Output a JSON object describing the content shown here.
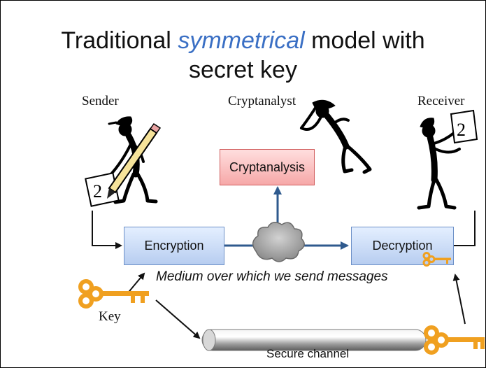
{
  "slide": {
    "title_before": "Traditional ",
    "title_emphasis": "symmetrical",
    "title_after": " model with",
    "title_line2": "secret key",
    "emphasis_color": "#3a6fc4"
  },
  "actors": {
    "sender": "Sender",
    "cryptanalyst": "Cryptanalyst",
    "receiver": "Receiver",
    "sender_paper_mark": "2",
    "receiver_paper_mark": "2"
  },
  "boxes": {
    "encryption": "Encryption",
    "decryption": "Decryption",
    "cryptanalysis": "Cryptanalysis"
  },
  "labels": {
    "medium": "Medium over which we send messages",
    "key": "Key",
    "secure_channel": "Secure channel"
  },
  "colors": {
    "key_gold": "#f0a020",
    "arrow_blue": "#2f5a8e",
    "box_blue": "#b7cdf0",
    "box_red": "#f6a8a8"
  },
  "icons": [
    "key-icon",
    "cloud-icon",
    "stick-figure-sender",
    "stick-figure-cryptanalyst",
    "stick-figure-receiver",
    "pencil-icon"
  ]
}
